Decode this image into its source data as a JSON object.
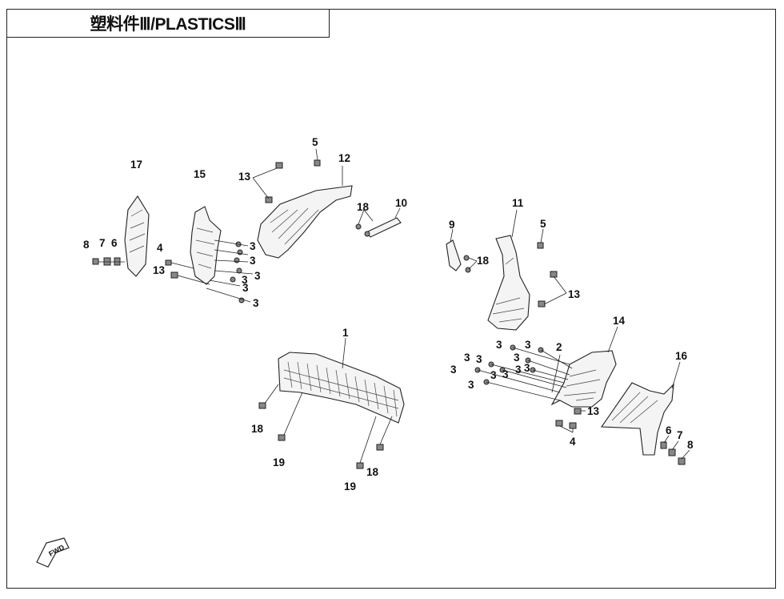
{
  "title": "塑料件Ⅲ/PLASTICSⅢ",
  "fwd_label": "FWD",
  "callouts": [
    {
      "id": "c17",
      "text": "17"
    },
    {
      "id": "c15",
      "text": "15"
    },
    {
      "id": "c13a",
      "text": "13"
    },
    {
      "id": "c5a",
      "text": "5"
    },
    {
      "id": "c12",
      "text": "12"
    },
    {
      "id": "c18a",
      "text": "18"
    },
    {
      "id": "c10",
      "text": "10"
    },
    {
      "id": "c8a",
      "text": "8"
    },
    {
      "id": "c7a",
      "text": "7"
    },
    {
      "id": "c6a",
      "text": "6"
    },
    {
      "id": "c4a",
      "text": "4"
    },
    {
      "id": "c13b",
      "text": "13"
    },
    {
      "id": "c3a",
      "text": "3"
    },
    {
      "id": "c3b",
      "text": "3"
    },
    {
      "id": "c3c",
      "text": "3"
    },
    {
      "id": "c3d",
      "text": "3"
    },
    {
      "id": "c3e",
      "text": "3"
    },
    {
      "id": "c3f",
      "text": "3"
    },
    {
      "id": "c9",
      "text": "9"
    },
    {
      "id": "c11",
      "text": "11"
    },
    {
      "id": "c5b",
      "text": "5"
    },
    {
      "id": "c18b",
      "text": "18"
    },
    {
      "id": "c13c",
      "text": "13"
    },
    {
      "id": "c1",
      "text": "1"
    },
    {
      "id": "c14",
      "text": "14"
    },
    {
      "id": "c16",
      "text": "16"
    },
    {
      "id": "c2",
      "text": "2"
    },
    {
      "id": "c3g",
      "text": "3"
    },
    {
      "id": "c3h",
      "text": "3"
    },
    {
      "id": "c3i",
      "text": "3"
    },
    {
      "id": "c3j",
      "text": "3"
    },
    {
      "id": "c3k",
      "text": "3"
    },
    {
      "id": "c3l",
      "text": "3"
    },
    {
      "id": "c3m",
      "text": "3"
    },
    {
      "id": "c3n",
      "text": "3"
    },
    {
      "id": "c3o",
      "text": "3"
    },
    {
      "id": "c3p",
      "text": "3"
    },
    {
      "id": "c3q",
      "text": "3"
    },
    {
      "id": "c13d",
      "text": "13"
    },
    {
      "id": "c4b",
      "text": "4"
    },
    {
      "id": "c6b",
      "text": "6"
    },
    {
      "id": "c7b",
      "text": "7"
    },
    {
      "id": "c8b",
      "text": "8"
    },
    {
      "id": "c18c",
      "text": "18"
    },
    {
      "id": "c19a",
      "text": "19"
    },
    {
      "id": "c19b",
      "text": "19"
    },
    {
      "id": "c18d",
      "text": "18"
    }
  ]
}
